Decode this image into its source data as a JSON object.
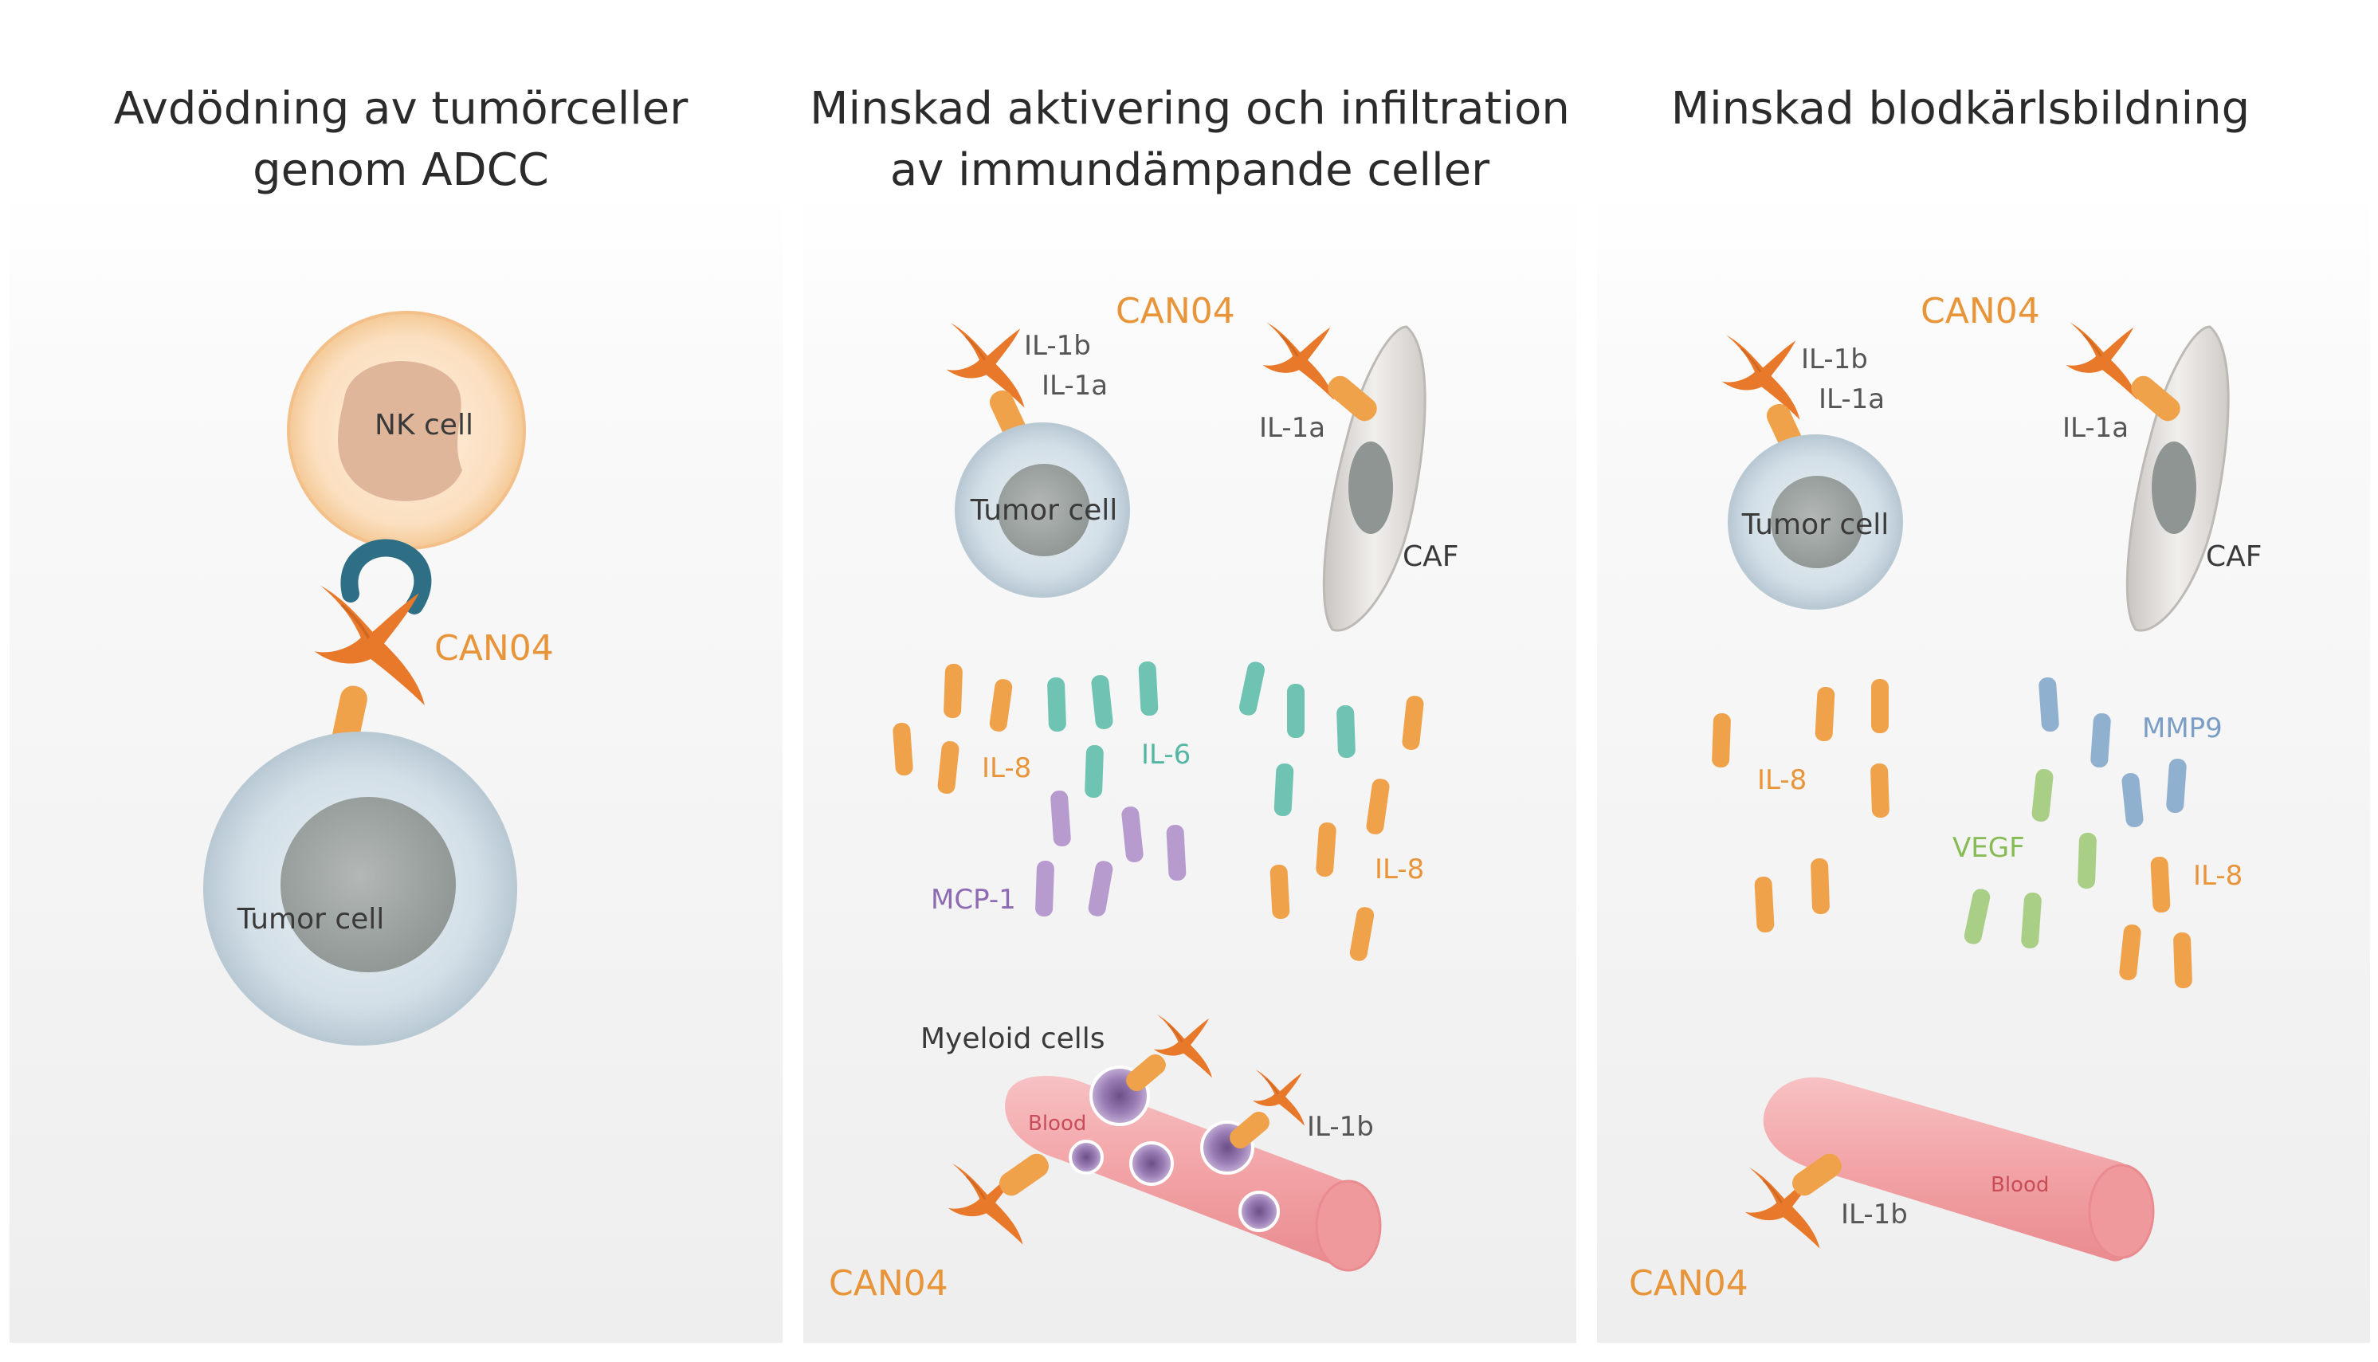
{
  "panels": [
    {
      "title_lines": [
        "Avdödning av tumörceller",
        "genom ADCC"
      ],
      "labels": {
        "nk_cell": "NK cell",
        "tumor_cell": "Tumor cell",
        "drug": "CAN04"
      }
    },
    {
      "title_lines": [
        "Minskad aktivering och infiltration",
        "av immundämpande celler"
      ],
      "labels": {
        "drug_top": "CAN04",
        "il1b_top": "IL-1b",
        "il1a_top": "IL-1a",
        "il1a_caf": "IL-1a",
        "tumor_cell": "Tumor cell",
        "caf": "CAF",
        "il8_left": "IL-8",
        "il6": "IL-6",
        "mcp1": "MCP-1",
        "il8_right": "IL-8",
        "myeloid": "Myeloid cells",
        "blood": "Blood",
        "il1b_bottom": "IL-1b",
        "drug_bottom": "CAN04"
      }
    },
    {
      "title_lines": [
        "Minskad blodkärlsbildning"
      ],
      "labels": {
        "drug_top": "CAN04",
        "il1b_top": "IL-1b",
        "il1a_top": "IL-1a",
        "il1a_caf": "IL-1a",
        "tumor_cell": "Tumor cell",
        "caf": "CAF",
        "il8_left": "IL-8",
        "mmp9": "MMP9",
        "vegf": "VEGF",
        "il8_right": "IL-8",
        "blood": "Blood",
        "il1b_bottom": "IL-1b",
        "drug_bottom": "CAN04"
      }
    }
  ],
  "colors": {
    "drug_orange": "#e8782a",
    "label_orange": "#e8953a",
    "il8_stick": "#f0a24a",
    "il6_stick": "#6fc3b3",
    "il6_label": "#55b6a4",
    "mcp1_stick": "#b79bcf",
    "mcp1_label": "#8e6ab3",
    "mmp9_stick": "#8fb0cf",
    "mmp9_label": "#7a9ec6",
    "vegf_stick": "#a9cf86",
    "vegf_label": "#86bb55",
    "tumor_cell": "#cfdbe3",
    "nucleus": "#9aa3a3",
    "nk_cell": "#fbdfbf",
    "vessel": "#f2a3a6",
    "nk_receptor": "#2e6f86"
  }
}
